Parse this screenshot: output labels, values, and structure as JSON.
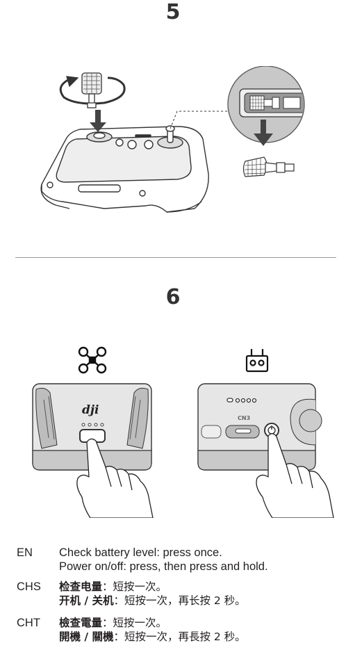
{
  "steps": [
    {
      "number": "5"
    },
    {
      "number": "6"
    }
  ],
  "illustrations": {
    "dial_brand": "dji",
    "remote_label": "CN3",
    "icons": [
      "aircraft-icon",
      "remote-controller-icon"
    ]
  },
  "instructions": [
    {
      "lang": "EN",
      "line1": "Check battery level: press once.",
      "line2": "Power on/off: press, then press and hold."
    },
    {
      "lang": "CHS",
      "line1_label": "检查电量",
      "line1_text": "：短按一次。",
      "line2_label": "开机 / 关机",
      "line2_text": "：短按一次，再长按 2 秒。"
    },
    {
      "lang": "CHT",
      "line1_label": "檢查電量",
      "line1_text": "：短按一次。",
      "line2_label": "開機 / 關機",
      "line2_text": "：短按一次，再長按 2 秒。"
    }
  ]
}
